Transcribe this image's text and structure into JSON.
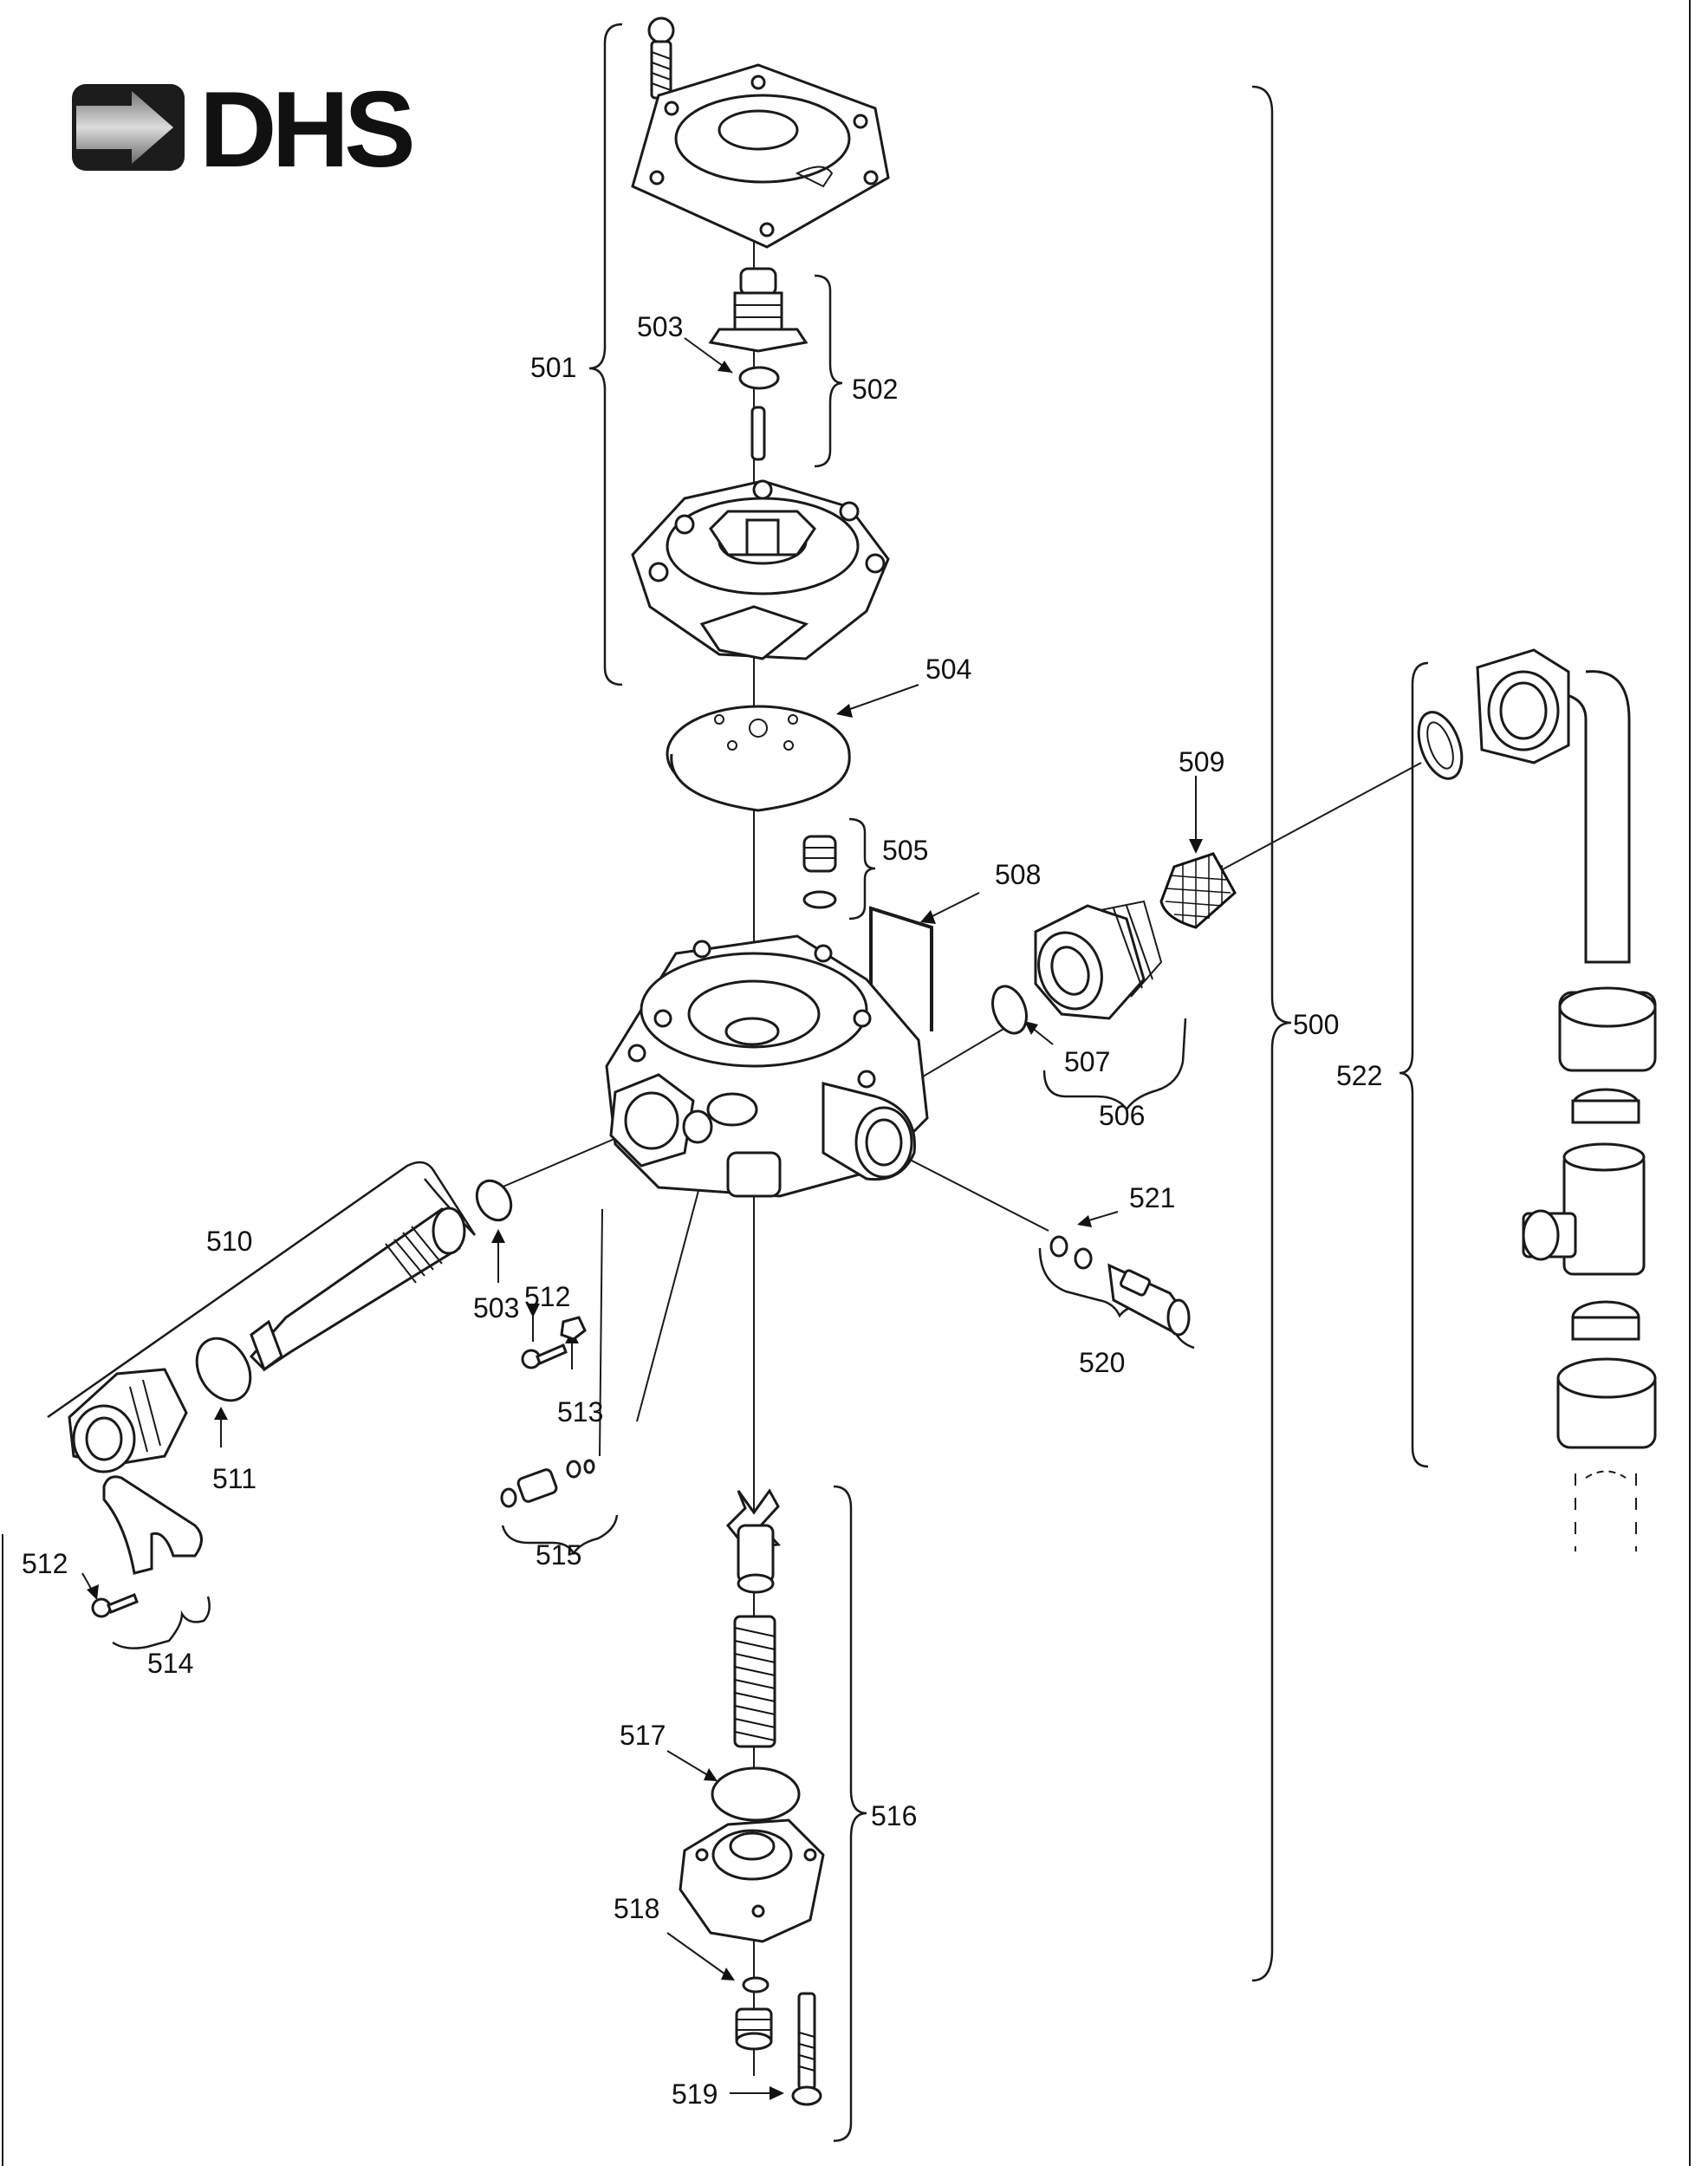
{
  "logo": {
    "text": "DHS"
  },
  "labels": {
    "l500": "500",
    "l501": "501",
    "l502": "502",
    "l503_top": "503",
    "l503_mid": "503",
    "l504": "504",
    "l505": "505",
    "l506": "506",
    "l507": "507",
    "l508": "508",
    "l509": "509",
    "l510": "510",
    "l511": "511",
    "l512_mid": "512",
    "l512_left": "512",
    "l513": "513",
    "l514": "514",
    "l515": "515",
    "l516": "516",
    "l517": "517",
    "l518": "518",
    "l519": "519",
    "l520": "520",
    "l521": "521",
    "l522": "522"
  }
}
